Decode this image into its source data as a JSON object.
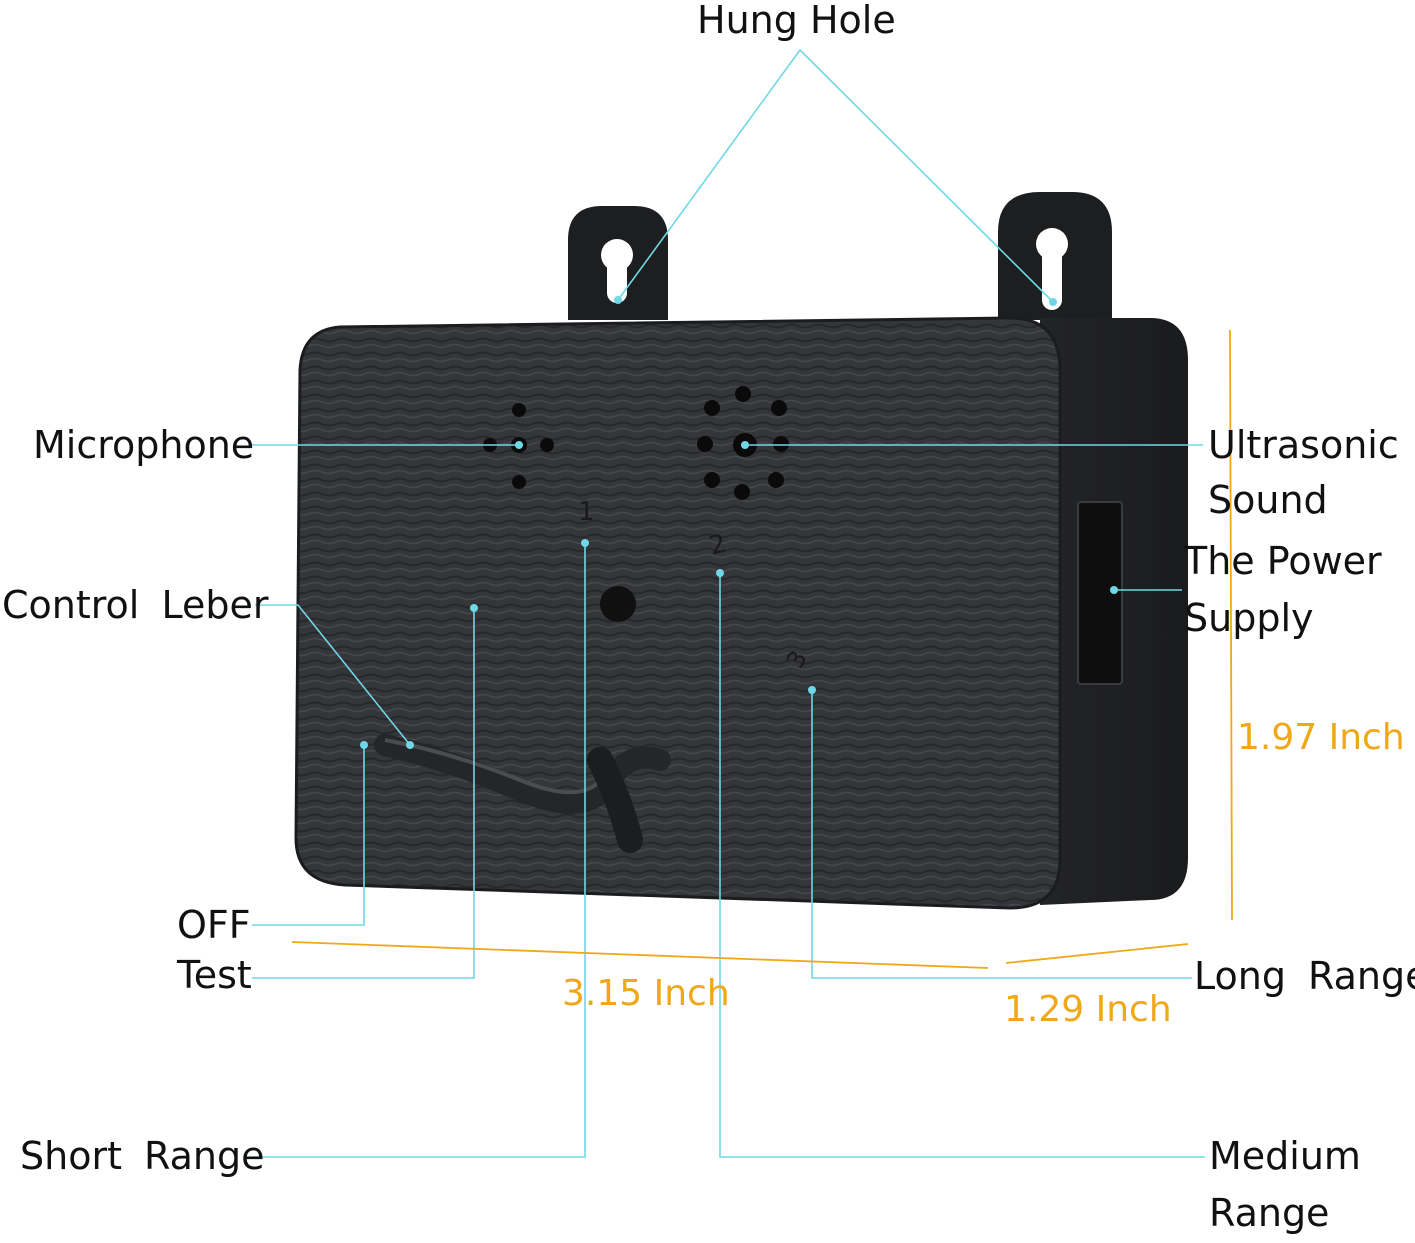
{
  "labels": {
    "hung_hole": "Hung Hole",
    "microphone": "Microphone",
    "control_leber": "Control  Leber",
    "ultrasonic_line1": "Ultrasonic",
    "ultrasonic_line2": "Sound",
    "power_line1": "The Power",
    "power_line2": "Supply",
    "off": "OFF",
    "test": "Test",
    "long_range": "Long  Range",
    "short_range": "Short  Range",
    "medium_line1": "Medium",
    "medium_line2": "Range"
  },
  "dimensions": {
    "height": "1.97 Inch",
    "width": "3.15 Inch",
    "depth": "1.29 Inch"
  },
  "device_markings": {
    "pos1": "1",
    "pos2": "2",
    "pos3": "3"
  },
  "colors": {
    "callout_line": "#6fd8e6",
    "dimension": "#f0a818",
    "device_body": "#2f3133",
    "device_side": "#1f2022",
    "text": "#111111"
  }
}
